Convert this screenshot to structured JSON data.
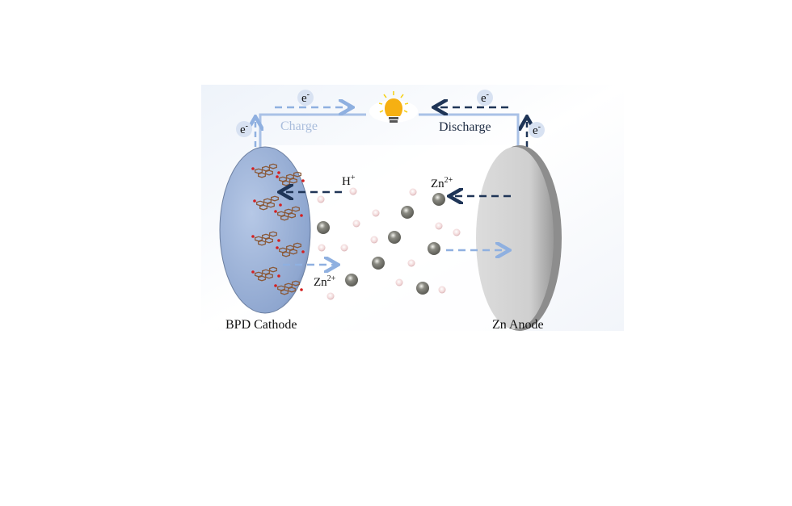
{
  "diagram": {
    "electron_label": "e",
    "electron_sup": "-",
    "charge_label": "Charge",
    "discharge_label": "Discharge",
    "proton_label": "H",
    "proton_sup": "+",
    "zinc_ion_label": "Zn",
    "zinc_ion_sup": "2+",
    "cathode_label": "BPD Cathode",
    "anode_label": "Zn Anode",
    "bulb_icon": "lightbulb-icon"
  },
  "colors": {
    "charge_blue": "#8fb0e0",
    "discharge_navy": "#1f3557",
    "wire": "#a9c1e6",
    "cathode": "#9db3d8",
    "anode": "#d4d4d4",
    "bulb": "#f6b012",
    "zn_ball": "#7c7b74",
    "proton": "#e9c9cb"
  }
}
